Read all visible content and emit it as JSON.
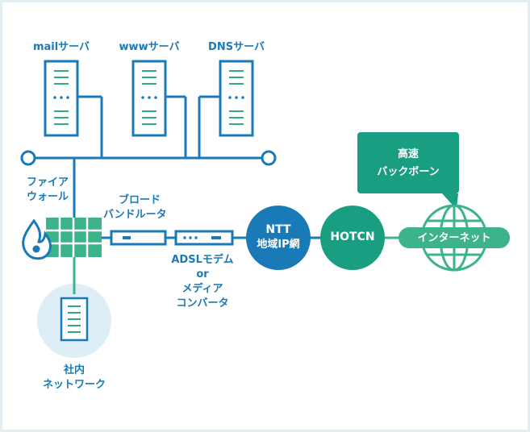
{
  "servers": {
    "mail": "mailサーバ",
    "www": "wwwサーバ",
    "dns": "DNSサーバ"
  },
  "firewall": {
    "line1": "ファイア",
    "line2": "ウォール"
  },
  "router": {
    "line1": "ブロード",
    "line2": "バンドルータ"
  },
  "modem": {
    "line1": "ADSLモデム",
    "line2": "or",
    "line3": "メディア",
    "line4": "コンバータ"
  },
  "ntt": {
    "line1": "NTT",
    "line2": "地域IP網"
  },
  "hotcn": "HOTCN",
  "internet": "インターネット",
  "backbone": {
    "line1": "高速",
    "line2": "バックボーン"
  },
  "lan": {
    "line1": "社内",
    "line2": "ネットワーク"
  },
  "colors": {
    "blue": "#1a7ab8",
    "teal": "#1a9e82",
    "green": "#3cb38a",
    "lightBlue": "#ddeef6"
  }
}
